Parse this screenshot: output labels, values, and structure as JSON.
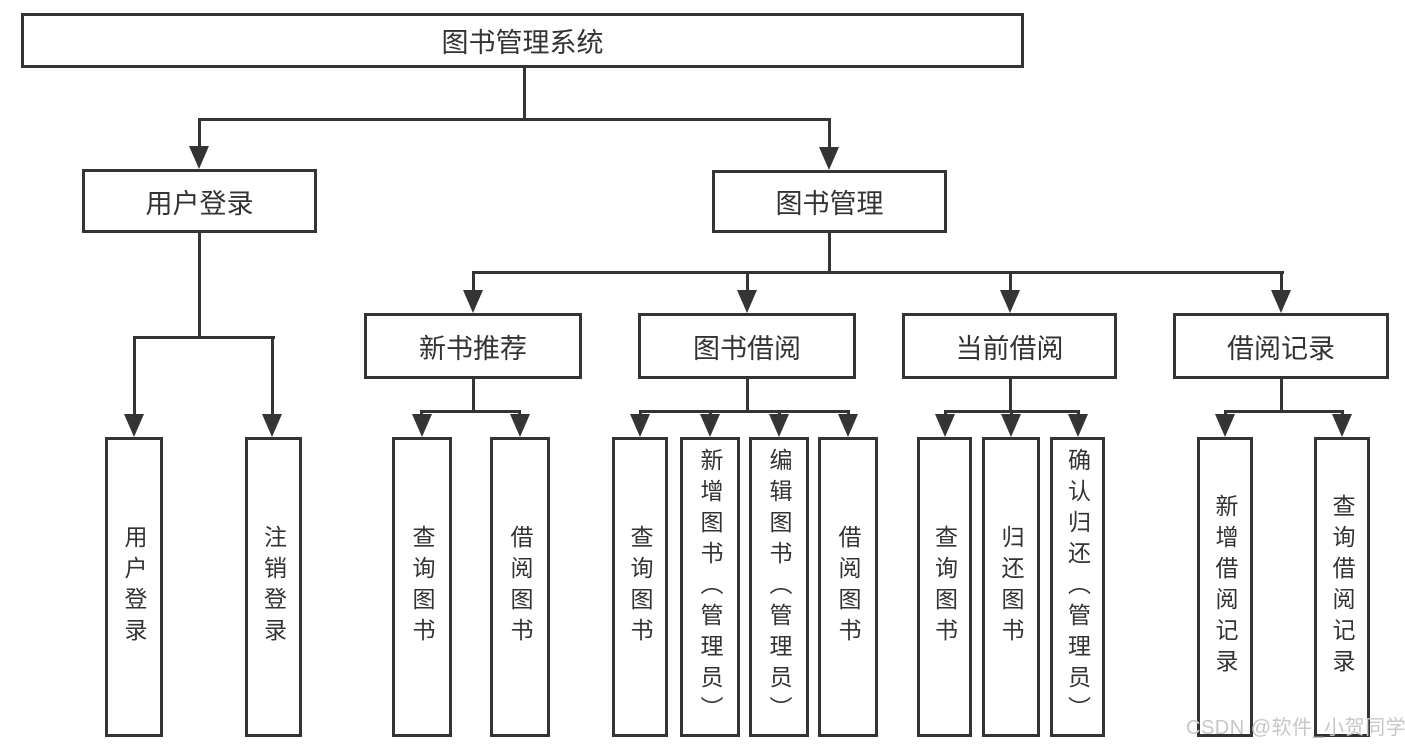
{
  "colors": {
    "line": "#343434",
    "box_border": "#343434",
    "text": "#333333",
    "background": "#ffffff",
    "watermark": "#c7c7c7"
  },
  "watermark": {
    "text": "CSDN @软件_小贺同学"
  },
  "tree": {
    "root": {
      "label": "图书管理系统"
    },
    "branches": [
      {
        "label": "用户登录",
        "children": [
          {
            "label": "用户登录"
          },
          {
            "label": "注销登录"
          }
        ]
      },
      {
        "label": "图书管理",
        "children": [
          {
            "label": "新书推荐",
            "children": [
              {
                "label": "查询图书"
              },
              {
                "label": "借阅图书"
              }
            ]
          },
          {
            "label": "图书借阅",
            "children": [
              {
                "label": "查询图书"
              },
              {
                "label": "新增图书（管理员）"
              },
              {
                "label": "编辑图书（管理员）"
              },
              {
                "label": "借阅图书"
              }
            ]
          },
          {
            "label": "当前借阅",
            "children": [
              {
                "label": "查询图书"
              },
              {
                "label": "归还图书"
              },
              {
                "label": "确认归还（管理员）"
              }
            ]
          },
          {
            "label": "借阅记录",
            "children": [
              {
                "label": "新增借阅记录"
              },
              {
                "label": "查询借阅记录"
              }
            ]
          }
        ]
      }
    ]
  }
}
